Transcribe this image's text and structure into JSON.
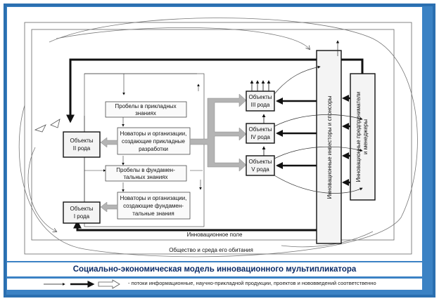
{
  "title": "Социально-экономическая модель инновационного мультипликатора",
  "legend": {
    "text": "- потоки информационные, научно-прикладной продукции, проектов и нововведений соответственно"
  },
  "fields": {
    "innovation_field": "Инновационное поле",
    "society": "Общество и среда его обитания"
  },
  "boxes": {
    "objects_2": [
      "Объекты",
      "II рода"
    ],
    "objects_1": [
      "Объекты",
      "I рода"
    ],
    "gaps_applied": [
      "Пробелы в прикладных",
      "знаниях"
    ],
    "innovators_applied": [
      "Новаторы и организации,",
      "создающие прикладные",
      "разработки"
    ],
    "gaps_fundamental": [
      "Пробелы в фундамен-",
      "тальных знаниях"
    ],
    "innovators_fundamental": [
      "Новаторы и организации,",
      "создающие фундамен-",
      "тальные знания"
    ],
    "objects_3": [
      "Объекты",
      "III рода"
    ],
    "objects_4": [
      "Объекты",
      "IV рода"
    ],
    "objects_5": [
      "Объекты",
      "V рода"
    ]
  },
  "columns": {
    "investors": "Инновационные инвесторы и спонсоры",
    "entrepreneurs": [
      "Инновационные предприниматели",
      "и менеджеры"
    ]
  },
  "colors": {
    "frame": "#2b6fb0",
    "caption": "#0a2a66",
    "gray_arrow": "#b4b4b4",
    "box_fill": "#f4f4f4"
  }
}
